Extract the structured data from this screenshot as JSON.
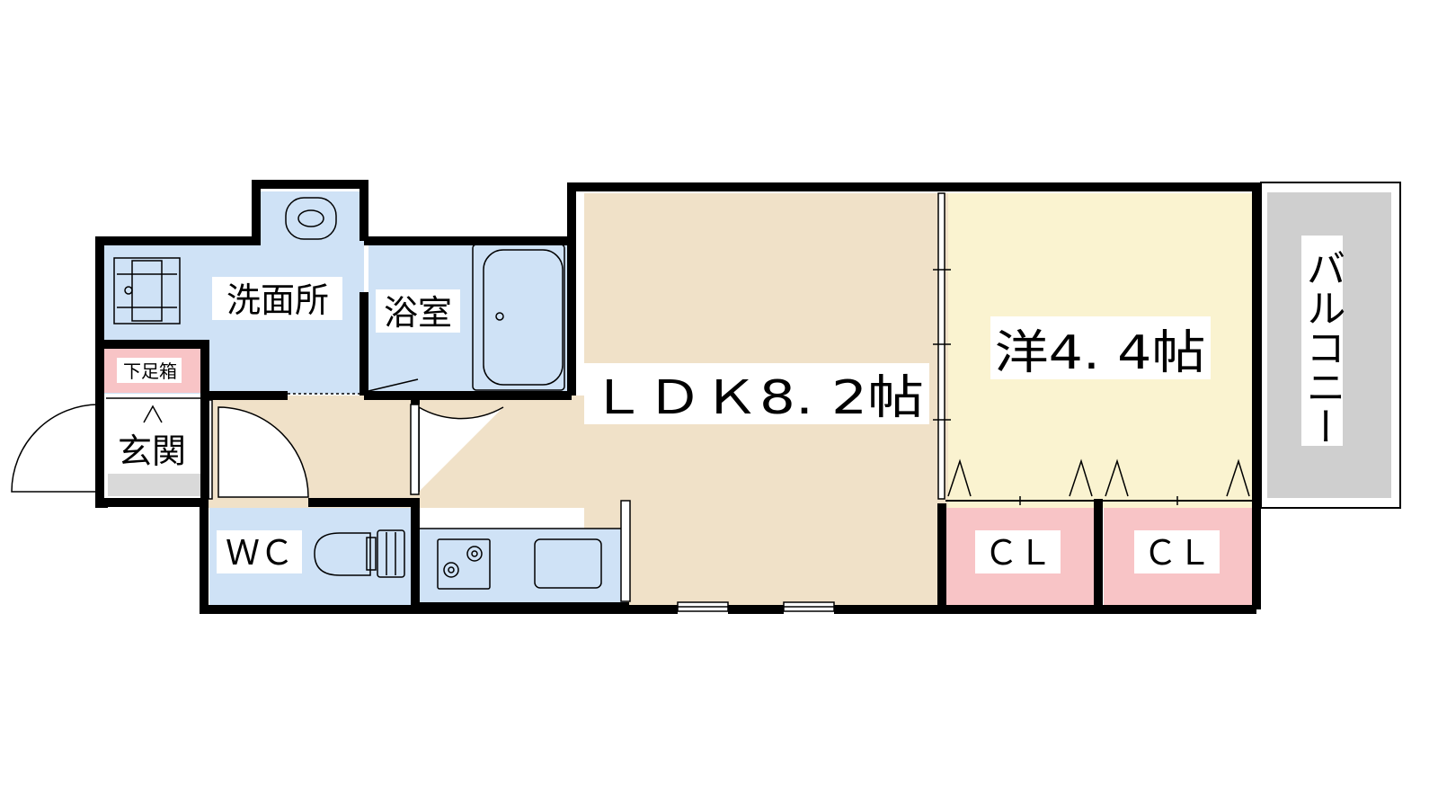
{
  "rooms": {
    "ldk": "ＬＤＫ8. 2帖",
    "western": "洋4. 4帖",
    "balcony": "バルコニー",
    "washroom": "洗面所",
    "bathroom": "浴室",
    "entrance": "玄関",
    "shoe_cabinet": "下足箱",
    "toilet": "ＷＣ",
    "closet_1": "ＣＬ",
    "closet_2": "ＣＬ"
  },
  "colors": {
    "wall": "#000000",
    "ldk_floor": "#f0e1c8",
    "western_floor": "#faf3d0",
    "wet_area": "#cfe2f6",
    "closet": "#f8c4c6",
    "balcony": "#cfcfcf",
    "entrance_floor": "#d9d9d9"
  }
}
